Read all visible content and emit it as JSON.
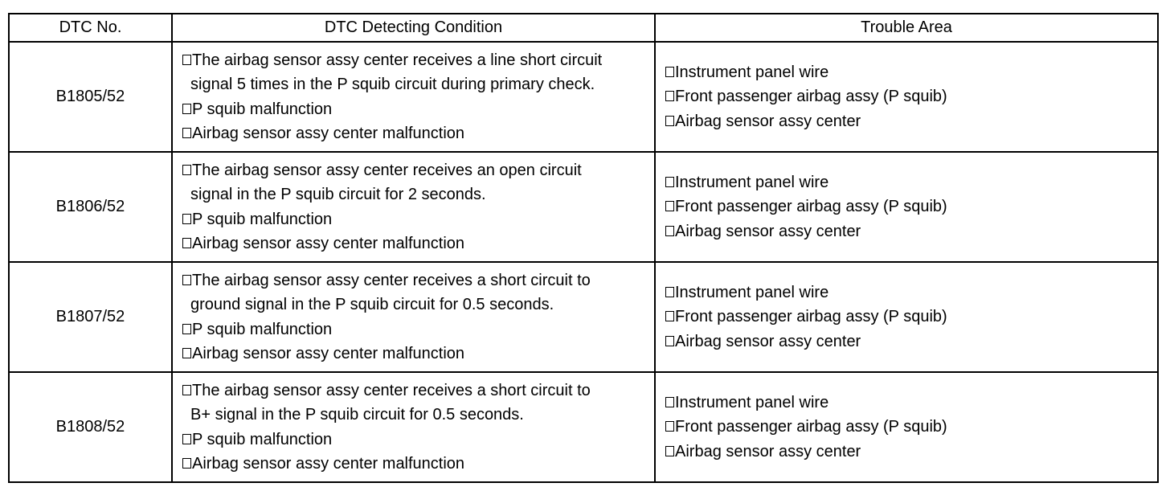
{
  "table": {
    "headers": {
      "dtc_no": "DTC No.",
      "condition": "DTC Detecting Condition",
      "trouble_area": "Trouble Area"
    },
    "rows": [
      {
        "code": "B1805/52",
        "condition": {
          "line1": "The airbag sensor assy center receives a line short circuit",
          "line2": "signal 5 times in the P squib circuit during primary check.",
          "item2": "P squib malfunction",
          "item3": "Airbag sensor assy center malfunction"
        },
        "area": [
          "Instrument panel wire",
          "Front passenger airbag assy (P squib)",
          "Airbag sensor assy center"
        ]
      },
      {
        "code": "B1806/52",
        "condition": {
          "line1": "The airbag sensor assy center receives an open circuit",
          "line2": "signal in the P squib circuit for 2 seconds.",
          "item2": "P squib malfunction",
          "item3": "Airbag sensor assy center malfunction"
        },
        "area": [
          "Instrument panel wire",
          "Front passenger airbag assy (P squib)",
          "Airbag sensor assy center"
        ]
      },
      {
        "code": "B1807/52",
        "condition": {
          "line1": "The airbag sensor assy center receives a short circuit to",
          "line2": "ground signal in the P squib circuit for 0.5 seconds.",
          "item2": "P squib malfunction",
          "item3": "Airbag sensor assy center malfunction"
        },
        "area": [
          "Instrument panel wire",
          "Front passenger airbag assy (P squib)",
          "Airbag sensor assy center"
        ]
      },
      {
        "code": "B1808/52",
        "condition": {
          "line1": "The airbag sensor assy center receives a short circuit to",
          "line2": "B+ signal in the P squib circuit for 0.5 seconds.",
          "item2": "P squib malfunction",
          "item3": "Airbag sensor assy center malfunction"
        },
        "area": [
          "Instrument panel wire",
          "Front passenger airbag assy (P squib)",
          "Airbag sensor assy center"
        ]
      }
    ]
  }
}
